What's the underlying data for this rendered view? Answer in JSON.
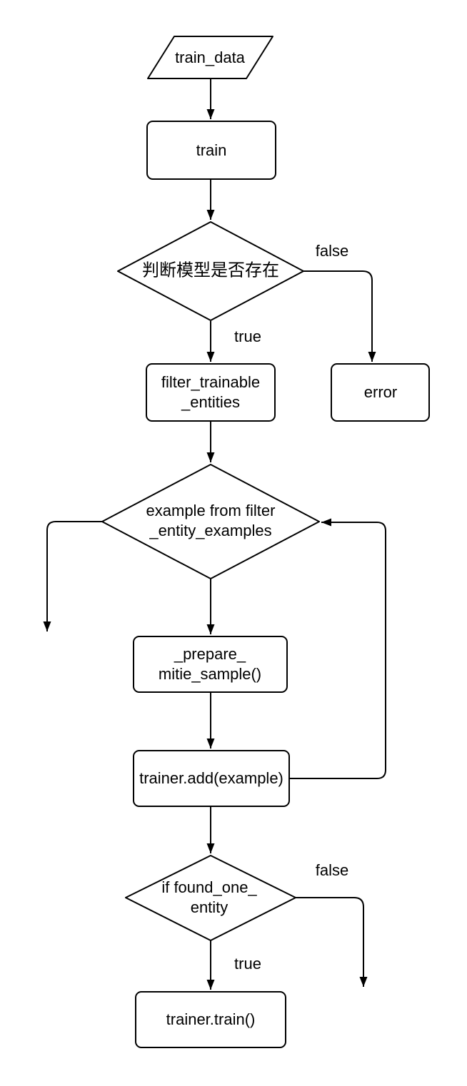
{
  "diagram": {
    "title": "mitie entity extractor training flowchart",
    "colors": {
      "stroke": "#000000",
      "fill": "#ffffff",
      "text": "#000000"
    },
    "nodes": {
      "train_data": "train_data",
      "train": "train",
      "decision_model_exists": "判断模型是否存在",
      "filter_trainable_entities": "filter_trainable\n_entities",
      "error": "error",
      "decision_example_loop": "example from filter\n_entity_examples",
      "prepare_mitie_sample": "_prepare_\nmitie_sample()",
      "trainer_add": "trainer.add(example)",
      "decision_found_one_entity": "if found_one_\nentity",
      "trainer_train": "trainer.train()"
    },
    "edge_labels": {
      "model_exists_false": "false",
      "model_exists_true": "true",
      "found_one_false": "false",
      "found_one_true": "true"
    }
  }
}
